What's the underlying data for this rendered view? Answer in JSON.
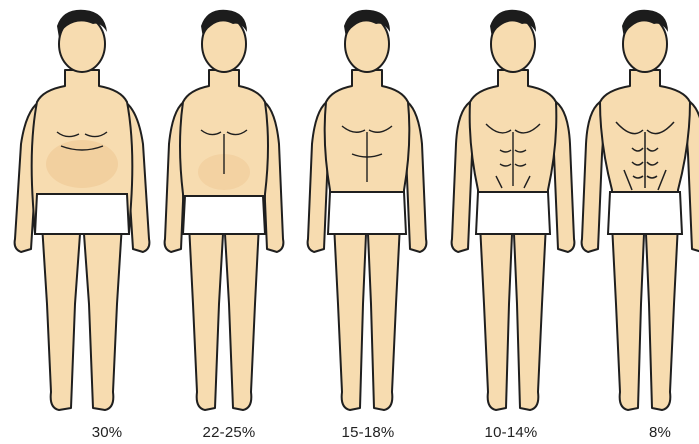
{
  "figures": [
    {
      "label": "30%"
    },
    {
      "label": "22-25%"
    },
    {
      "label": "15-18%"
    },
    {
      "label": "10-14%"
    },
    {
      "label": "8%"
    }
  ],
  "colors": {
    "skin": "#f7dcb0",
    "skin_shade": "#efc894",
    "outline": "#1f1f1f",
    "hair": "#1c1c1c",
    "underwear": "#ffffff",
    "background": "#ffffff"
  }
}
